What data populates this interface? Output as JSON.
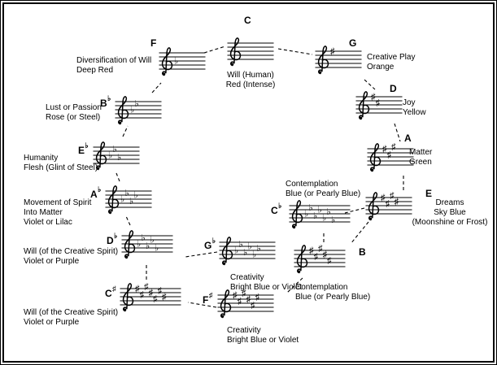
{
  "colors": {
    "ink": "#000000",
    "background": "#ffffff"
  },
  "symbols": {
    "sharp": "♯",
    "flat": "♭",
    "clef": "treble-clef"
  },
  "staves": [
    {
      "id": "c",
      "letter": "C",
      "mark": "",
      "signature": {
        "type": "none",
        "count": 0
      },
      "caption": [
        "Will (Human)",
        "Red (Intense)"
      ]
    },
    {
      "id": "g",
      "letter": "G",
      "mark": "",
      "signature": {
        "type": "sharp",
        "count": 1
      },
      "caption": [
        "Creative Play",
        "Orange"
      ]
    },
    {
      "id": "d",
      "letter": "D",
      "mark": "",
      "signature": {
        "type": "sharp",
        "count": 2
      },
      "caption": [
        "Joy",
        "Yellow"
      ]
    },
    {
      "id": "a",
      "letter": "A",
      "mark": "",
      "signature": {
        "type": "sharp",
        "count": 3
      },
      "caption": [
        "Matter",
        "Green"
      ]
    },
    {
      "id": "e",
      "letter": "E",
      "mark": "",
      "signature": {
        "type": "sharp",
        "count": 4
      },
      "caption": [
        "Dreams",
        "Sky Blue",
        "(Moonshine or Frost)"
      ]
    },
    {
      "id": "b",
      "letter": "B",
      "mark": "",
      "signature": {
        "type": "sharp",
        "count": 5
      },
      "caption": [
        "Contemplation",
        "Blue (or Pearly Blue)"
      ]
    },
    {
      "id": "cflat",
      "letter": "C",
      "mark": "♭",
      "signature": {
        "type": "flat",
        "count": 7
      },
      "caption": [
        "Contemplation",
        "Blue (or Pearly Blue)"
      ]
    },
    {
      "id": "fsharp",
      "letter": "F",
      "mark": "♯",
      "signature": {
        "type": "sharp",
        "count": 6
      },
      "caption": [
        "Creativity",
        "Bright Blue or Violet"
      ]
    },
    {
      "id": "gflat",
      "letter": "G",
      "mark": "♭",
      "signature": {
        "type": "flat",
        "count": 6
      },
      "caption": [
        "Creativity",
        "Bright Blue or Violet"
      ]
    },
    {
      "id": "csharp",
      "letter": "C",
      "mark": "♯",
      "signature": {
        "type": "sharp",
        "count": 7
      },
      "caption": [
        "Will (of the Creative Spirit)",
        "Violet or Purple"
      ]
    },
    {
      "id": "dflat",
      "letter": "D",
      "mark": "♭",
      "signature": {
        "type": "flat",
        "count": 5
      },
      "caption": [
        "Will (of the Creative Spirit)",
        "Violet or Purple"
      ]
    },
    {
      "id": "aflat",
      "letter": "A",
      "mark": "♭",
      "signature": {
        "type": "flat",
        "count": 4
      },
      "caption": [
        "Movement of Spirit",
        "Into Matter",
        "Violet or Lilac"
      ]
    },
    {
      "id": "eflat",
      "letter": "E",
      "mark": "♭",
      "signature": {
        "type": "flat",
        "count": 3
      },
      "caption": [
        "Humanity",
        "Flesh (Glint of Steel)"
      ]
    },
    {
      "id": "bflat",
      "letter": "B",
      "mark": "♭",
      "signature": {
        "type": "flat",
        "count": 2
      },
      "caption": [
        "Lust or Passion",
        "Rose (or Steel)"
      ]
    },
    {
      "id": "f",
      "letter": "F",
      "mark": "",
      "signature": {
        "type": "flat",
        "count": 1
      },
      "caption": [
        "Diversification of Will",
        "Deep Red"
      ]
    }
  ],
  "connections": [
    [
      "f",
      "c"
    ],
    [
      "c",
      "g"
    ],
    [
      "g",
      "d"
    ],
    [
      "d",
      "a"
    ],
    [
      "a",
      "e"
    ],
    [
      "e",
      "cflat"
    ],
    [
      "cflat",
      "b"
    ],
    [
      "e",
      "b"
    ],
    [
      "b",
      "fsharp"
    ],
    [
      "fsharp",
      "csharp"
    ],
    [
      "gflat",
      "dflat"
    ],
    [
      "csharp",
      "dflat"
    ],
    [
      "dflat",
      "aflat"
    ],
    [
      "aflat",
      "eflat"
    ],
    [
      "eflat",
      "bflat"
    ],
    [
      "bflat",
      "f"
    ]
  ]
}
